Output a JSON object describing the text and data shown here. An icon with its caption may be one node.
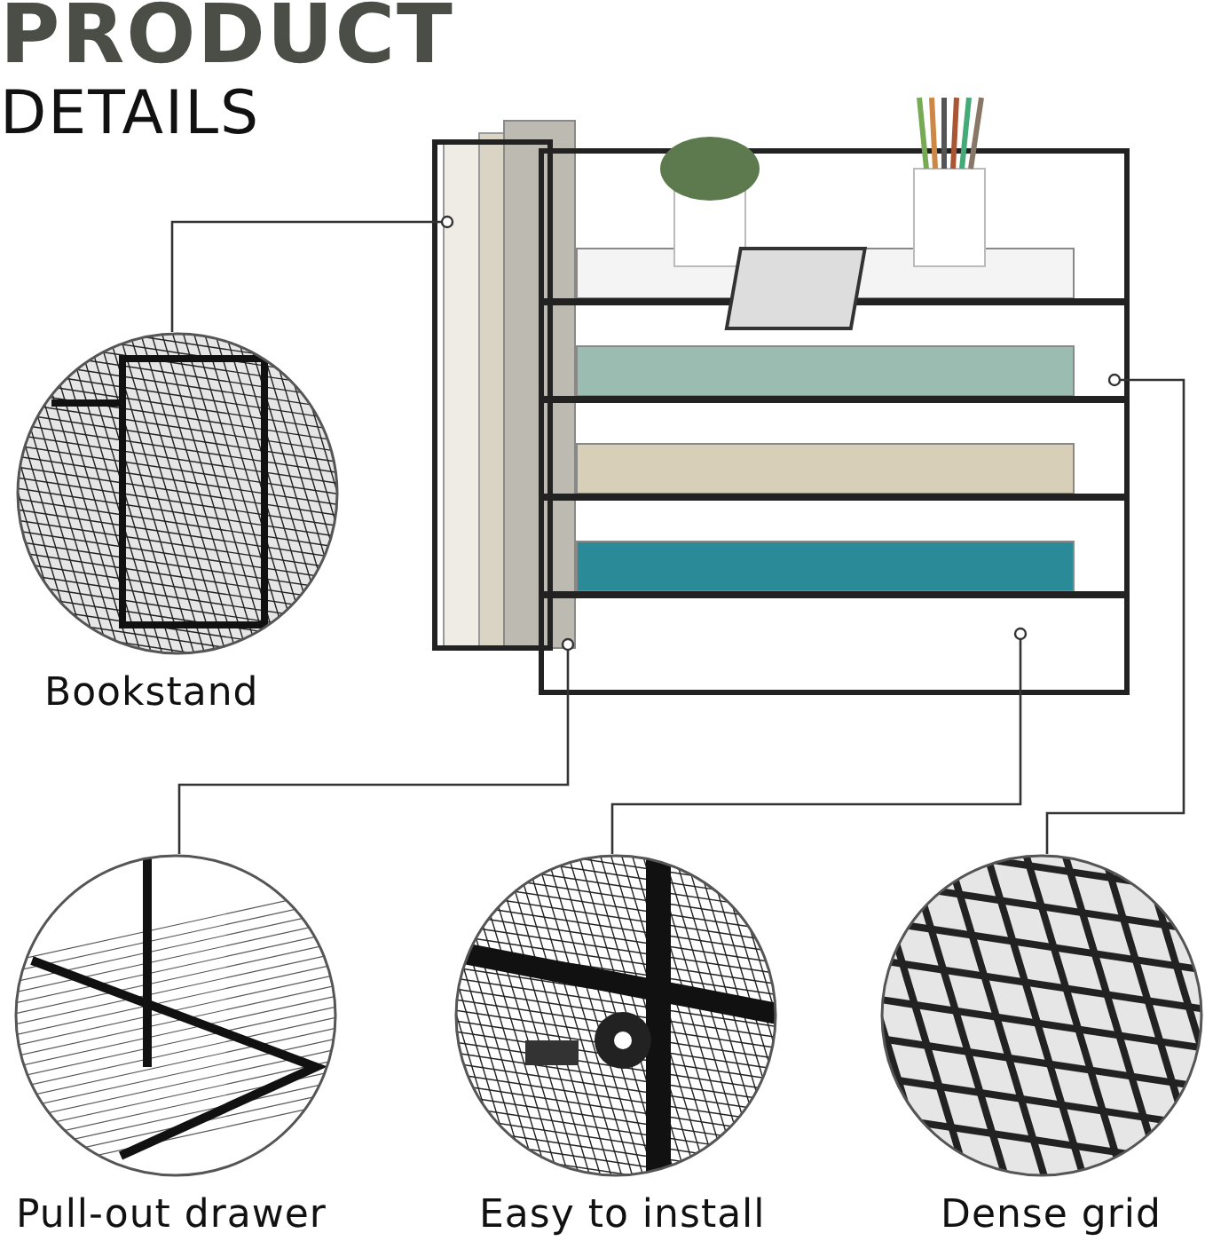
{
  "diagram": {
    "title": "**PRODUCT** DETAILS",
    "nodes": [
      {
        "text": [],
        "shape": "picture"
      },
      {
        "text": [],
        "shape": "picture",
        "beside": [
          "Bookstand"
        ]
      },
      {
        "text": [],
        "shape": "picture",
        "beside": [
          "Pull-out drawer"
        ]
      },
      {
        "text": [],
        "shape": "picture",
        "beside": [
          "Easy to install"
        ]
      },
      {
        "text": [],
        "shape": "picture",
        "beside": [
          "Dense grid"
        ]
      }
    ],
    "edges": [
      {
        "from": 0,
        "to": 1,
        "arrow": "other"
      },
      {
        "from": 0,
        "to": 2,
        "arrow": "other"
      },
      {
        "from": 0,
        "to": 3,
        "arrow": "other"
      },
      {
        "from": 0,
        "to": 4,
        "arrow": "other"
      }
    ]
  }
}
